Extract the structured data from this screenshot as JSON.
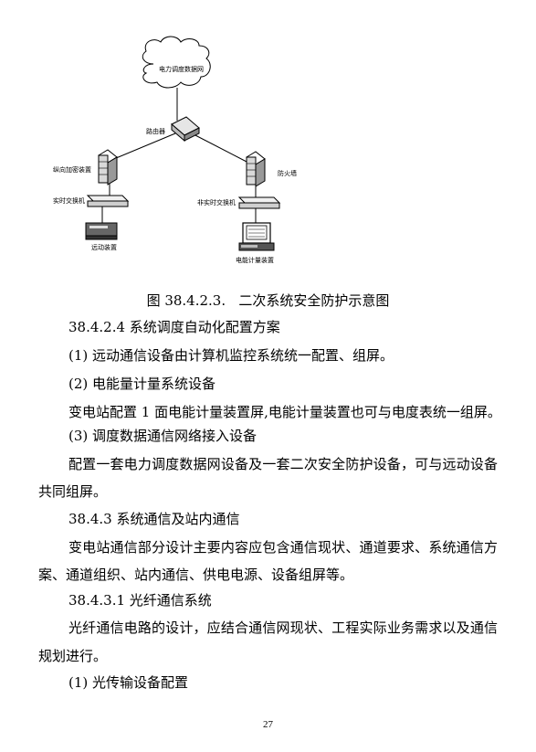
{
  "diagram": {
    "cloud_label": "电力调度数据网",
    "router_label": "路由器",
    "left_firewall_label": "纵向加密装置",
    "right_firewall_label": "防火墙",
    "left_switch_label": "实时交换机",
    "right_switch_label": "非实时交换机",
    "left_device_label": "远动装置",
    "right_device_label": "电能计量装置"
  },
  "caption": "图 38.4.2.3.   二次系统安全防护示意图",
  "lines": [
    "38.4.2.4   系统调度自动化配置方案",
    "(1) 远动通信设备由计算机监控系统统一配置、组屏。",
    "(2) 电能量计量系统设备",
    "变电站配置 1 面电能计量装置屏,电能计量装置也可与电度表统一组屏。",
    "(3) 调度数据通信网络接入设备",
    "配置一套电力调度数据网设备及一套二次安全防护设备，可与远动设备",
    "共同组屏。",
    "38.4.3   系统通信及站内通信",
    "变电站通信部分设计主要内容应包含通信现状、通道要求、系统通信方",
    "案、通道组织、站内通信、供电电源、设备组屏等。",
    "38.4.3.1   光纤通信系统",
    "光纤通信电路的设计，应结合通信网现状、工程实际业务需求以及通信",
    "规划进行。",
    "(1) 光传输设备配置"
  ],
  "page_number": "27"
}
